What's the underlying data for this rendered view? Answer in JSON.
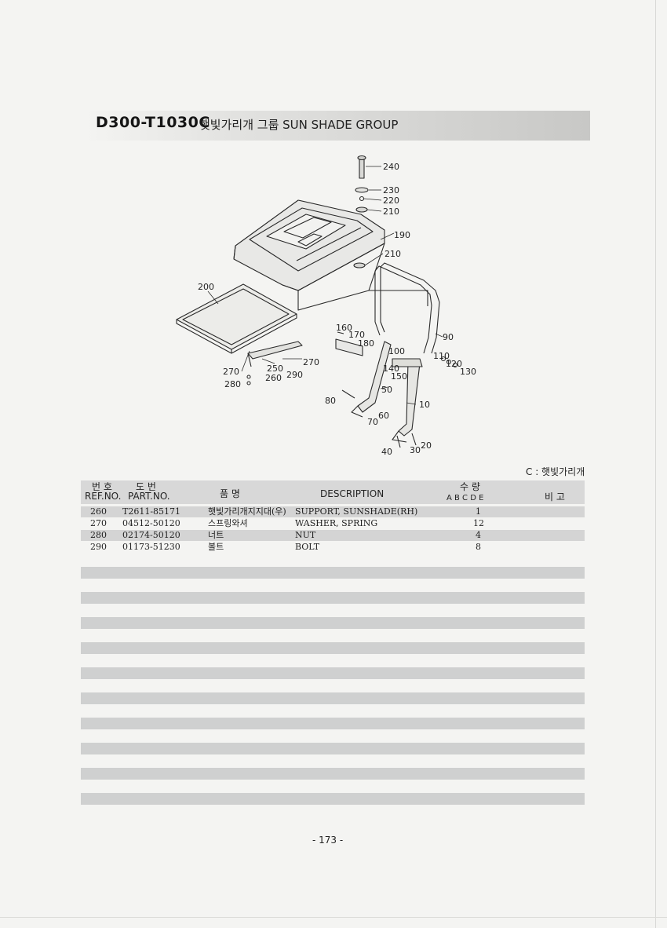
{
  "header": {
    "code": "D300-T1030C",
    "title": "햇빛가리개 그룹 SUN SHADE GROUP"
  },
  "diagram": {
    "callouts": [
      "240",
      "230",
      "220",
      "210",
      "190",
      "210",
      "200",
      "90",
      "160",
      "170",
      "180",
      "100",
      "110",
      "120",
      "130",
      "140",
      "150",
      "270",
      "250",
      "270",
      "260",
      "290",
      "280",
      "50",
      "80",
      "60",
      "70",
      "10",
      "40",
      "30",
      "20"
    ]
  },
  "legend_note": "C : 햇빛가리개",
  "table": {
    "headers": {
      "ref_ko": "번 호",
      "ref_en": "REF.NO.",
      "part_ko": "도  번",
      "part_en": "PART.NO.",
      "name_ko": "품    명",
      "description": "DESCRIPTION",
      "qty_ko": "수    량",
      "qty_cols": "A  B  C  D  E",
      "remarks_ko": "비  고"
    },
    "rows": [
      {
        "ref": "260",
        "part": "T2611-85171",
        "name": "햇빛가리개지지대(우)",
        "desc": "SUPPORT, SUNSHADE(RH)",
        "qty": "1"
      },
      {
        "ref": "270",
        "part": "04512-50120",
        "name": "스프링와셔",
        "desc": "WASHER, SPRING",
        "qty": "12"
      },
      {
        "ref": "280",
        "part": "02174-50120",
        "name": "너트",
        "desc": "NUT",
        "qty": "4"
      },
      {
        "ref": "290",
        "part": "01173-51230",
        "name": "볼트",
        "desc": "BOLT",
        "qty": "8"
      }
    ]
  },
  "page_number": "- 173 -"
}
